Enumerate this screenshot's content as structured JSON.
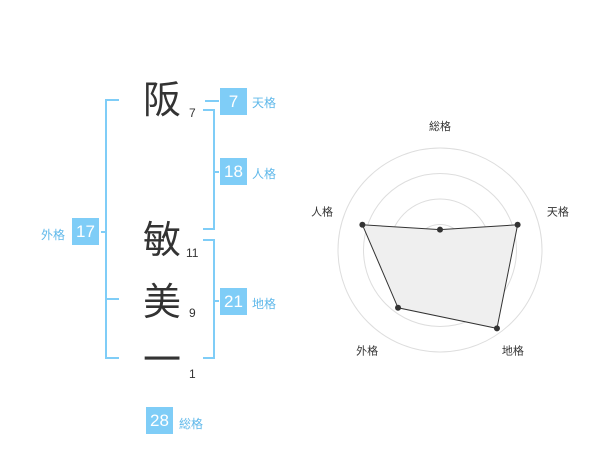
{
  "name_chars": [
    {
      "char": "阪",
      "strokes": "7"
    },
    {
      "char": "敏",
      "strokes": "11"
    },
    {
      "char": "美",
      "strokes": "9"
    },
    {
      "char": "一",
      "strokes": "1"
    }
  ],
  "fortune": {
    "tenkaku": {
      "value": "7",
      "label": "天格"
    },
    "jinkaku": {
      "value": "18",
      "label": "人格"
    },
    "chikaku": {
      "value": "21",
      "label": "地格"
    },
    "gaikaku": {
      "value": "17",
      "label": "外格"
    },
    "soukaku": {
      "value": "28",
      "label": "総格"
    }
  },
  "colors": {
    "accent": "#7fcdf7",
    "accent_text": "#5fb8ea",
    "kanji": "#333333",
    "radar_fill": "#efefef",
    "radar_grid": "#dddddd"
  },
  "chart_data": {
    "type": "radar",
    "axes": [
      "総格",
      "天格",
      "地格",
      "外格",
      "人格"
    ],
    "values": [
      0.2,
      0.8,
      0.95,
      0.7,
      0.8
    ],
    "range": [
      0,
      1
    ],
    "rings": 4
  }
}
